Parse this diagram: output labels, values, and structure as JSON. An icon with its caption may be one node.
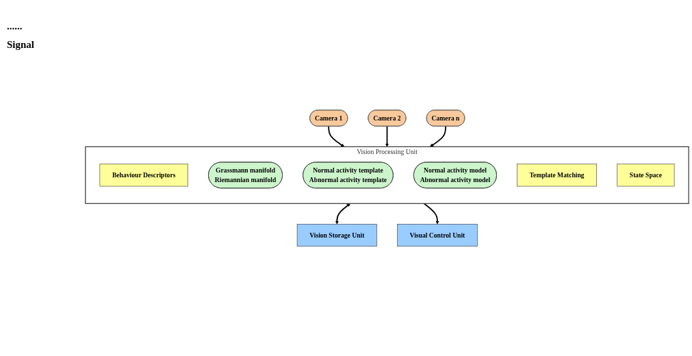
{
  "diagram": {
    "nodes": [
      {
        "text": [
          "Camera 1"
        ]
      },
      {
        "text": [
          "Camera 2"
        ]
      },
      {
        "text": [
          "Camera n"
        ]
      },
      {
        "text": [
          "Vision Processing Unit"
        ]
      },
      {
        "text": [
          "Behaviour Descriptors"
        ],
        "in": 3
      },
      {
        "text": [
          "Grassmann manifold",
          "Riemannian manifold"
        ],
        "in": 3
      },
      {
        "text": [
          "Normal activity template",
          "Abnormal activity template"
        ],
        "in": 3
      },
      {
        "text": [
          "Normal activity model",
          "Abnormal activity model"
        ],
        "in": 3
      },
      {
        "text": [
          "Template Matching"
        ],
        "in": 3
      },
      {
        "text": [
          "State Space"
        ],
        "in": 3
      },
      {
        "text": [
          "Vision Storage Unit"
        ]
      },
      {
        "text": [
          "Visual Control Unit"
        ]
      }
    ],
    "edges": [
      {
        "from": 0,
        "to": 3,
        "arrow": "to"
      },
      {
        "from": 1,
        "to": 3,
        "arrow": "to"
      },
      {
        "from": 2,
        "to": 3,
        "arrow": "to"
      },
      {
        "from": 3,
        "to": 10,
        "arrow": "both"
      },
      {
        "from": 3,
        "to": 11,
        "arrow": "to"
      }
    ],
    "labels": [
      "......",
      "Signal"
    ]
  }
}
